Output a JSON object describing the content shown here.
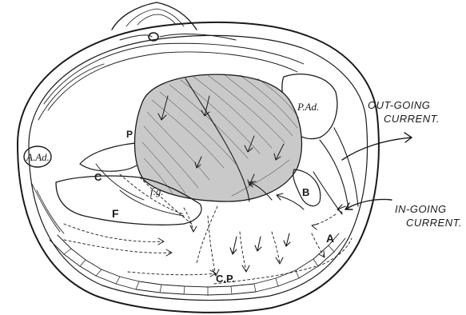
{
  "labels": {
    "anterior_adductor": "A.Ad.",
    "posterior_adductor": "P.Ad.",
    "palp": "P",
    "label_c": "C",
    "foot": "F",
    "foot_gills": "f.g.",
    "label_b": "B",
    "label_a": "A",
    "label_cp": "C.P."
  },
  "currents": {
    "outgoing_line1": "OUT-GOING",
    "outgoing_line2": "CURRENT.",
    "ingoing_line1": "IN-GOING",
    "ingoing_line2": "CURRENT."
  },
  "colors": {
    "ink": "#1a1a1a",
    "gill_shade": "#c9c9c9"
  }
}
